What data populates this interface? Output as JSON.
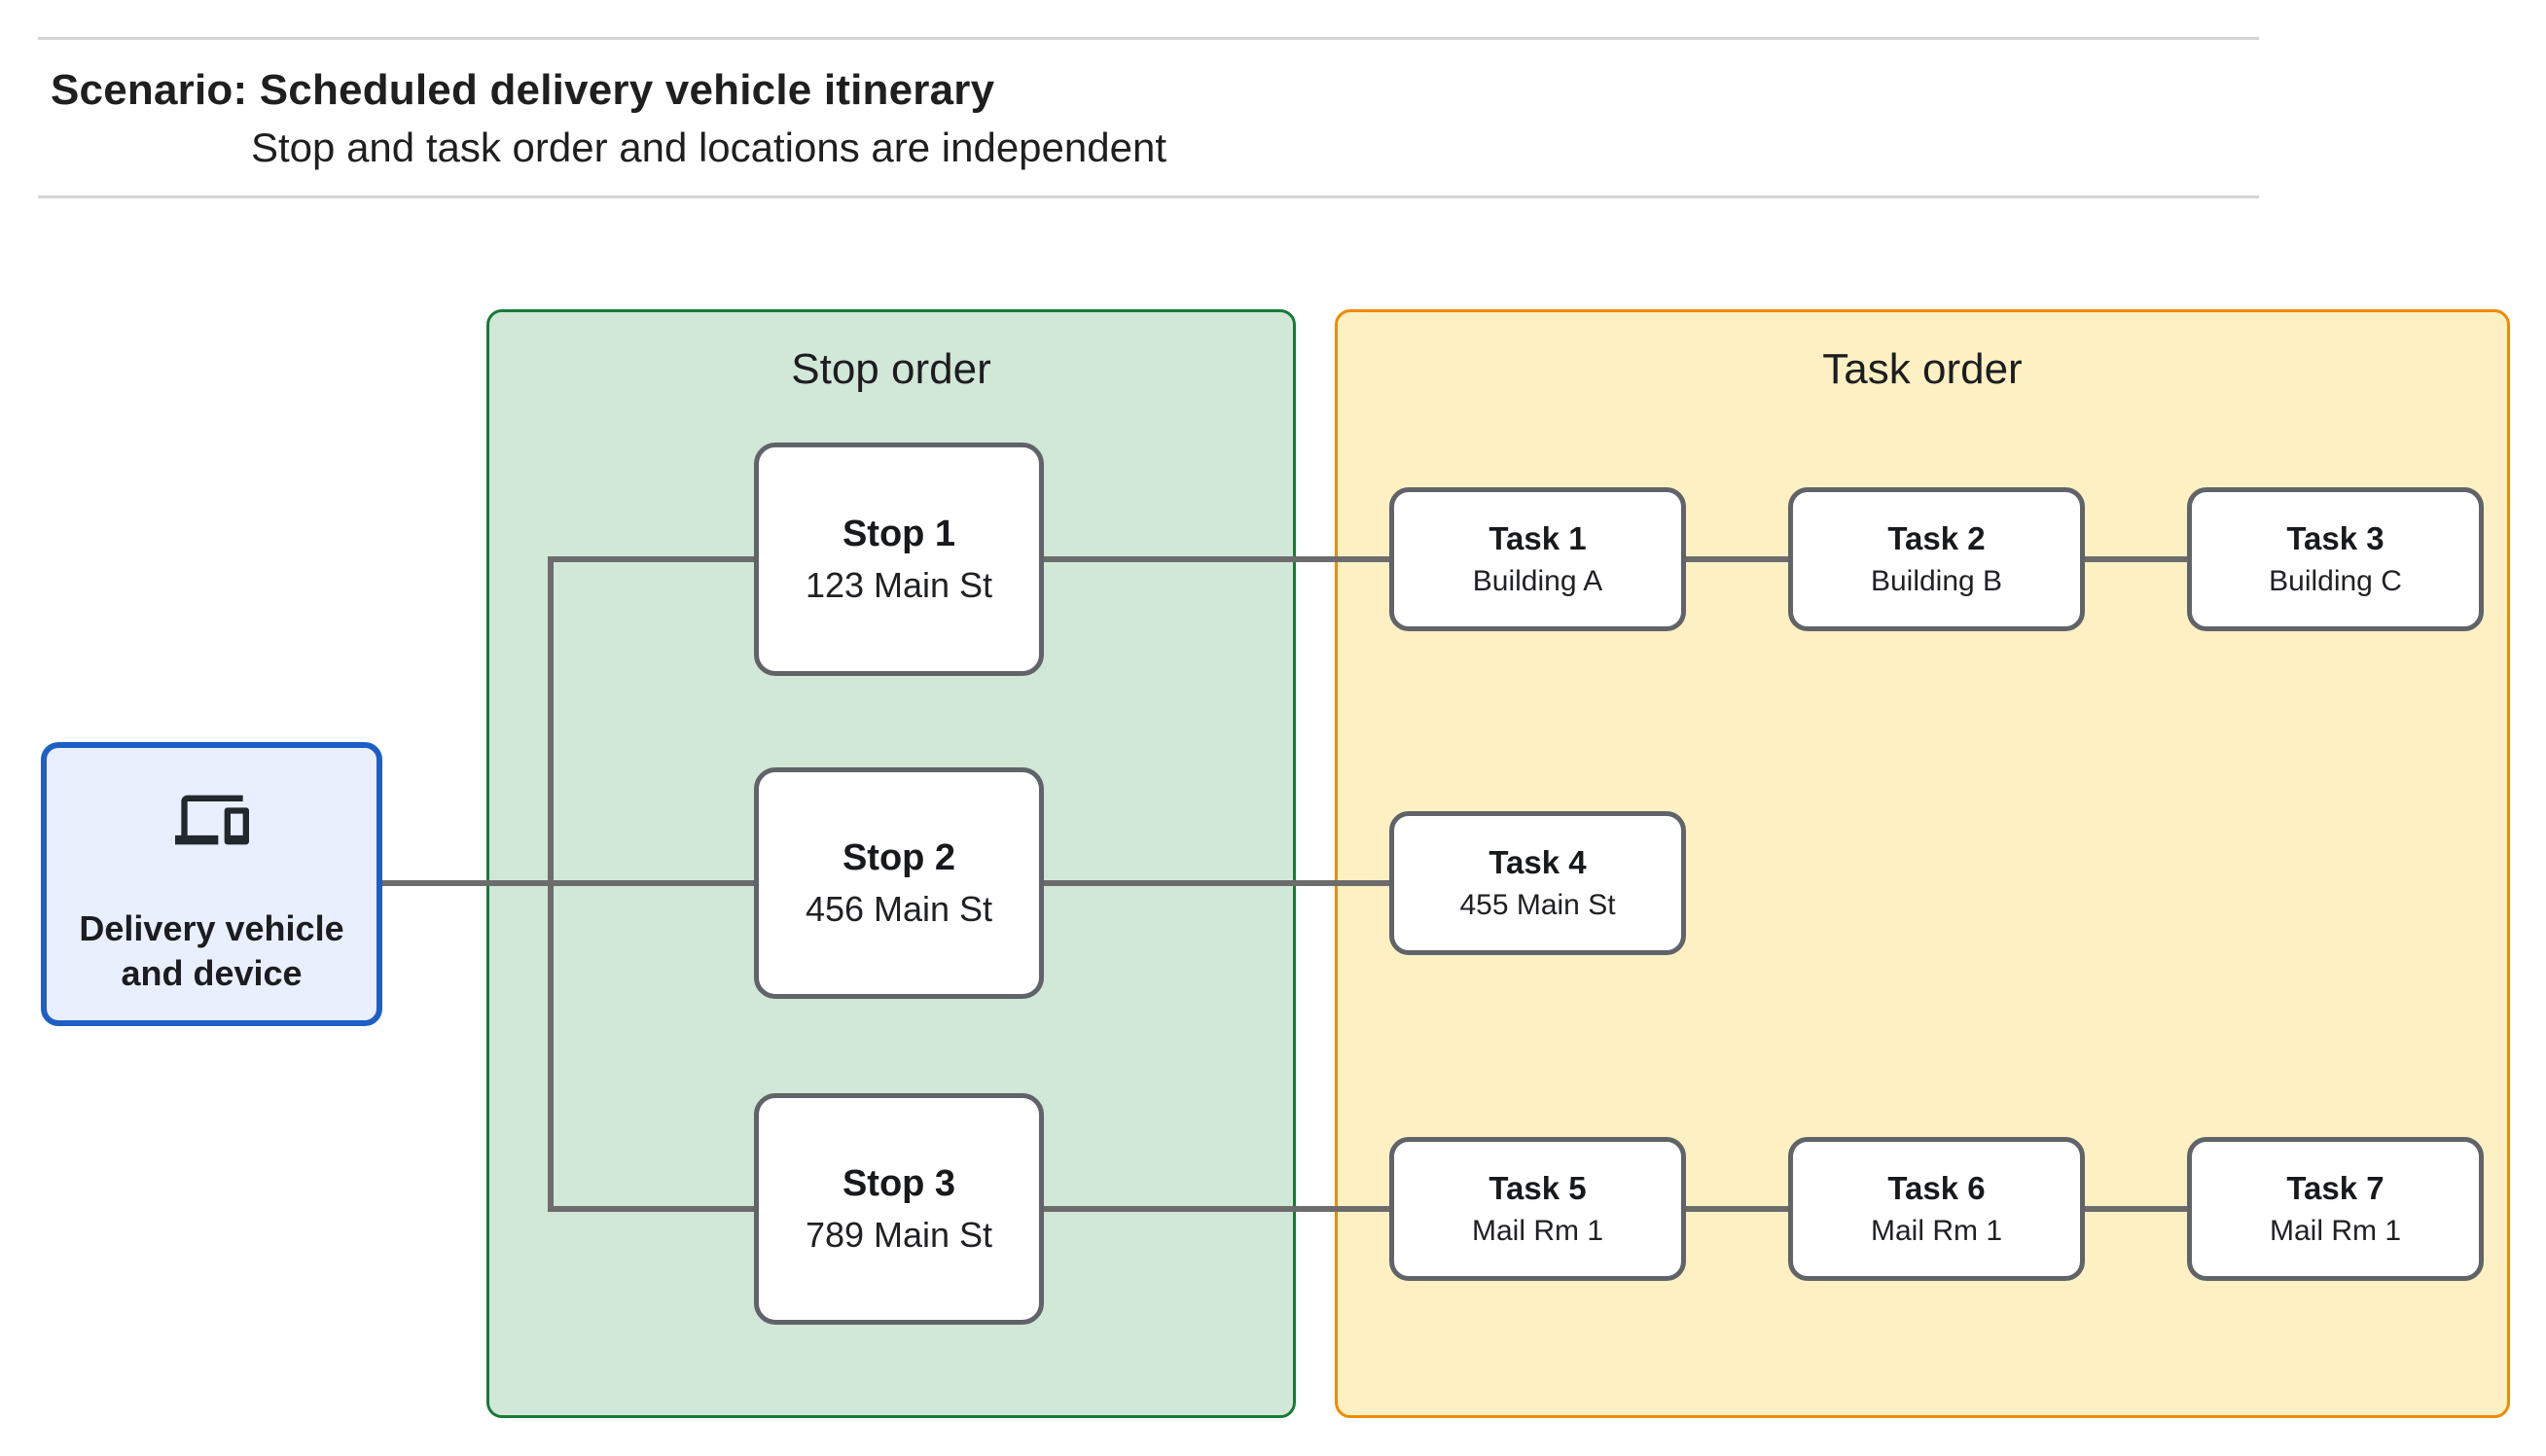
{
  "header": {
    "title": "Scenario: Scheduled delivery vehicle itinerary",
    "subtitle": "Stop and task order and locations are independent"
  },
  "delivery_node": {
    "label": "Delivery vehicle and device",
    "icon": "devices-icon"
  },
  "panels": {
    "stop_order": {
      "title": "Stop order"
    },
    "task_order": {
      "title": "Task order"
    }
  },
  "stops": [
    {
      "title": "Stop 1",
      "subtitle": "123 Main St"
    },
    {
      "title": "Stop 2",
      "subtitle": "456 Main St"
    },
    {
      "title": "Stop 3",
      "subtitle": "789 Main St"
    }
  ],
  "tasks": [
    {
      "title": "Task 1",
      "subtitle": "Building A"
    },
    {
      "title": "Task 2",
      "subtitle": "Building B"
    },
    {
      "title": "Task 3",
      "subtitle": "Building C"
    },
    {
      "title": "Task 4",
      "subtitle": "455 Main St"
    },
    {
      "title": "Task 5",
      "subtitle": "Mail Rm 1"
    },
    {
      "title": "Task 6",
      "subtitle": "Mail Rm 1"
    },
    {
      "title": "Task 7",
      "subtitle": "Mail Rm 1"
    }
  ],
  "colors": {
    "stop_panel_border": "#187a38",
    "stop_panel_fill": "#d1e7d7",
    "task_panel_border": "#ef8b00",
    "task_panel_fill": "#fdf0c3",
    "delivery_border": "#1d5fc6",
    "delivery_fill": "#e9effc",
    "node_border": "#606368",
    "connector": "#6c6c6c",
    "hairline": "#d4d4d4",
    "text": "#1f1f1f"
  }
}
